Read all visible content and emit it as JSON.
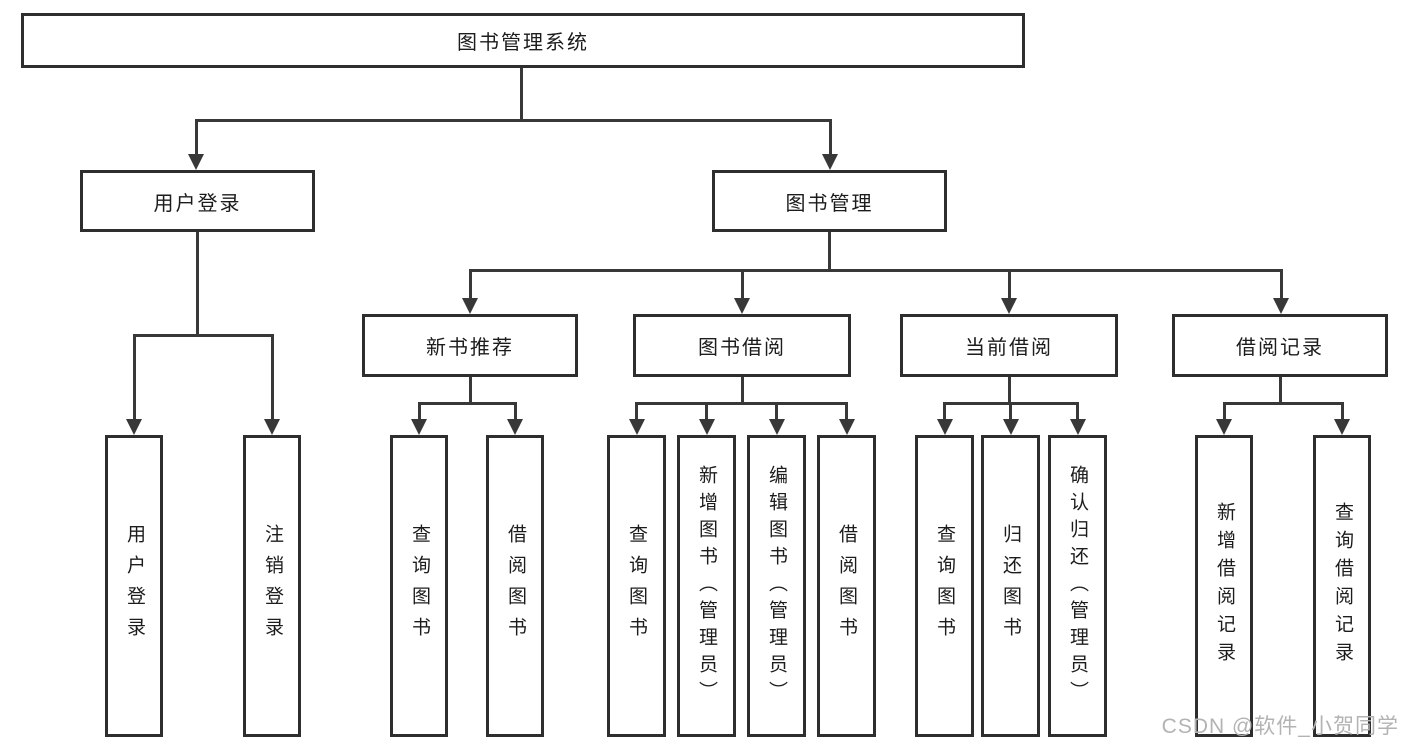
{
  "diagram": {
    "type": "tree-hierarchy",
    "nodes": {
      "root": "图书管理系统",
      "login": "用户登录",
      "manage": "图书管理",
      "recommend": "新书推荐",
      "borrow": "图书借阅",
      "current": "当前借阅",
      "records": "借阅记录"
    },
    "leaves": {
      "login": [
        "用户登录",
        "注销登录"
      ],
      "recommend": [
        "查询图书",
        "借阅图书"
      ],
      "borrow": [
        "查询图书",
        "新增图书（管理员）",
        "编辑图书（管理员）",
        "借阅图书"
      ],
      "current": [
        "查询图书",
        "归还图书",
        "确认归还（管理员）"
      ],
      "records": [
        "新增借阅记录",
        "查询借阅记录"
      ]
    },
    "colors": {
      "line": "#383838",
      "border": "#2e2e2e",
      "text": "#1c1c1c",
      "background": "#ffffff",
      "watermark": "#b3b3b3"
    }
  },
  "watermark": "CSDN @软件_小贺同学"
}
